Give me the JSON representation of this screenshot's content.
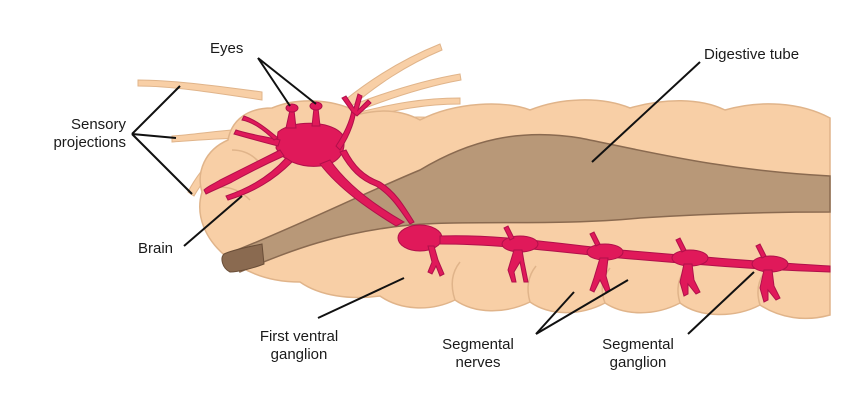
{
  "diagram": {
    "labels": {
      "eyes": "Eyes",
      "sensory_line1": "Sensory",
      "sensory_line2": "projections",
      "brain": "Brain",
      "digestive_tube": "Digestive tube",
      "first_ventral_line1": "First ventral",
      "first_ventral_line2": "ganglion",
      "segmental_nerves_line1": "Segmental",
      "segmental_nerves_line2": "nerves",
      "segmental_ganglion_line1": "Segmental",
      "segmental_ganglion_line2": "ganglion"
    },
    "colors": {
      "body": "#F8CFA6",
      "body_outline": "#E0B48A",
      "gut": "#B89878",
      "gut_dark": "#8A6A50",
      "nerve": "#E0195A",
      "nerve_dark": "#B0104A",
      "pointer": "#111111"
    }
  }
}
